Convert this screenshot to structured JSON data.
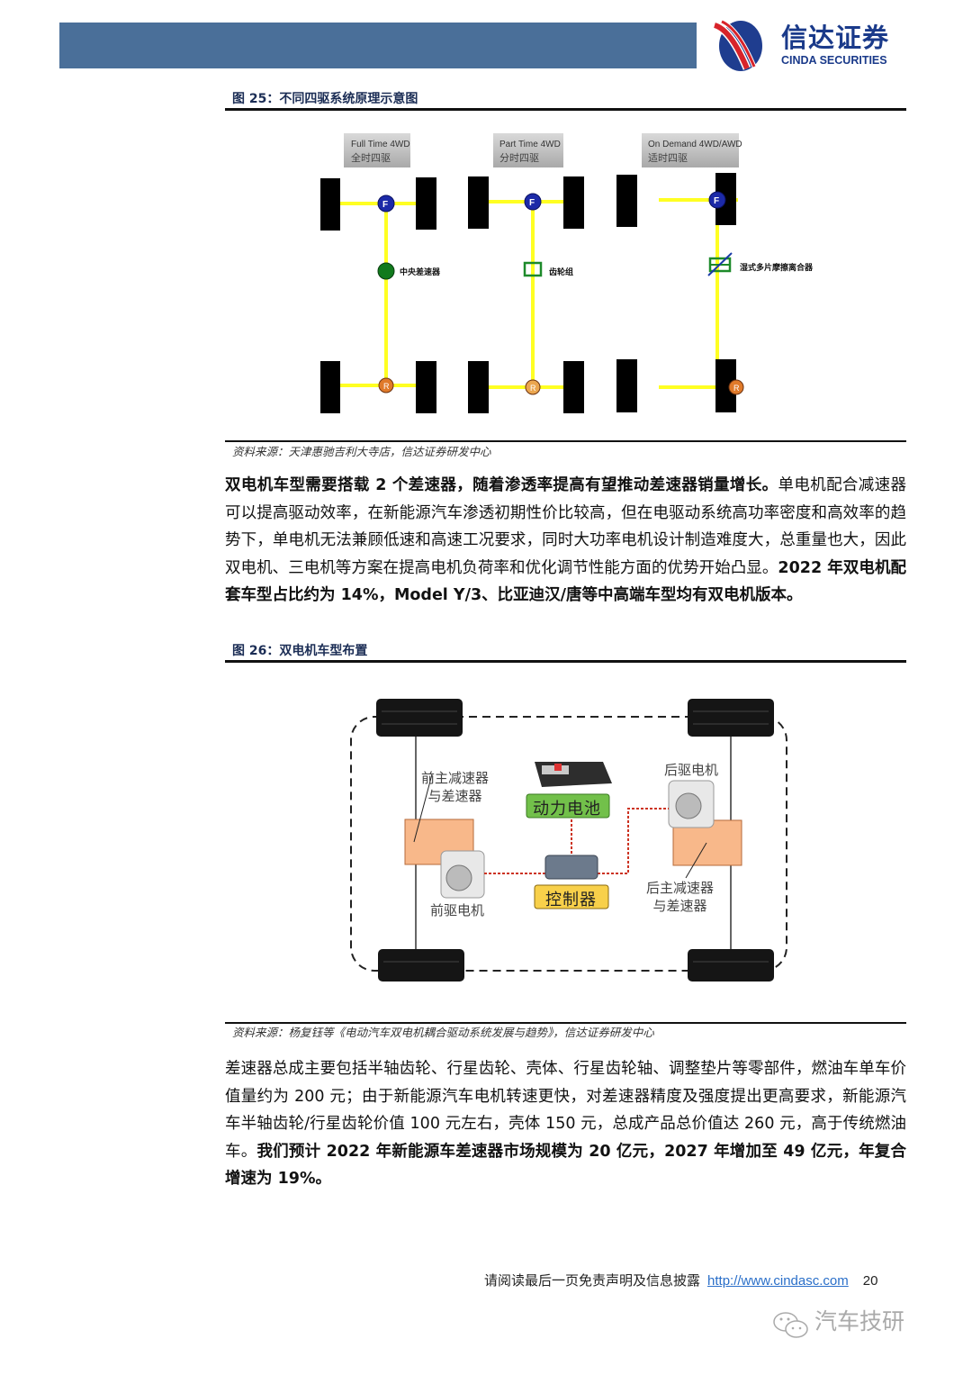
{
  "header": {
    "brand_cn": "信达证券",
    "brand_en": "CINDA SECURITIES",
    "bar_color": "#4a6f99"
  },
  "figure25": {
    "title": "图 25：不同四驱系统原理示意图",
    "systems": [
      {
        "en": "Full Time 4WD",
        "cn": "全时四驱",
        "component": "中央差速器",
        "component_icon": "green-circle-differential-icon"
      },
      {
        "en": "Part Time 4WD",
        "cn": "分时四驱",
        "component": "齿轮组",
        "component_icon": "gear-set-icon"
      },
      {
        "en": "On Demand 4WD/AWD",
        "cn": "适时四驱",
        "component": "湿式多片摩擦离合器",
        "component_icon": "wet-clutch-icon"
      }
    ],
    "front_label": "F",
    "rear_label": "R",
    "source": "资料来源：天津惠驰吉利大寺店，信达证券研发中心"
  },
  "paragraph1": {
    "bold_lead": "双电机车型需要搭载 2 个差速器，随着渗透率提高有望推动差速器销量增长。",
    "normal": "单电机配合减速器可以提高驱动效率，在新能源汽车渗透初期性价比较高，但在电驱动系统高功率密度和高效率的趋势下，单电机无法兼顾低速和高速工况要求，同时大功率电机设计制造难度大，总重量也大，因此双电机、三电机等方案在提高电机负荷率和优化调节性能方面的优势开始凸显。",
    "bold_tail": "2022 年双电机配套车型占比约为 14%，Model Y/3、比亚迪汉/唐等中高端车型均有双电机版本。"
  },
  "figure26": {
    "title": "图 26：双电机车型布置",
    "labels": {
      "front_reducer": "前主减速器\n与差速器",
      "front_motor": "前驱电机",
      "battery": "动力电池",
      "controller": "控制器",
      "rear_motor": "后驱电机",
      "rear_reducer": "后主减速器\n与差速器"
    },
    "source": "资料来源：杨复钰等《电动汽车双电机耦合驱动系统发展与趋势》，信达证券研发中心"
  },
  "paragraph2": {
    "normal": "差速器总成主要包括半轴齿轮、行星齿轮、壳体、行星齿轮轴、调整垫片等零部件，燃油车单车价值量约为 200 元；由于新能源汽车电机转速更快，对差速器精度及强度提出更高要求，新能源汽车半轴齿轮/行星齿轮价值 100 元左右，壳体 150 元，总成产品总价值达 260 元，高于传统燃油车。",
    "bold_tail": "我们预计 2022 年新能源车差速器市场规模为 20 亿元，2027 年增加至 49 亿元，年复合增速为 19%。"
  },
  "footer": {
    "disclaimer": "请阅读最后一页免责声明及信息披露",
    "link": "http://www.cindasc.com",
    "page_number": "20"
  },
  "watermark": {
    "text": "汽车技研",
    "icon": "wechat-icon"
  }
}
